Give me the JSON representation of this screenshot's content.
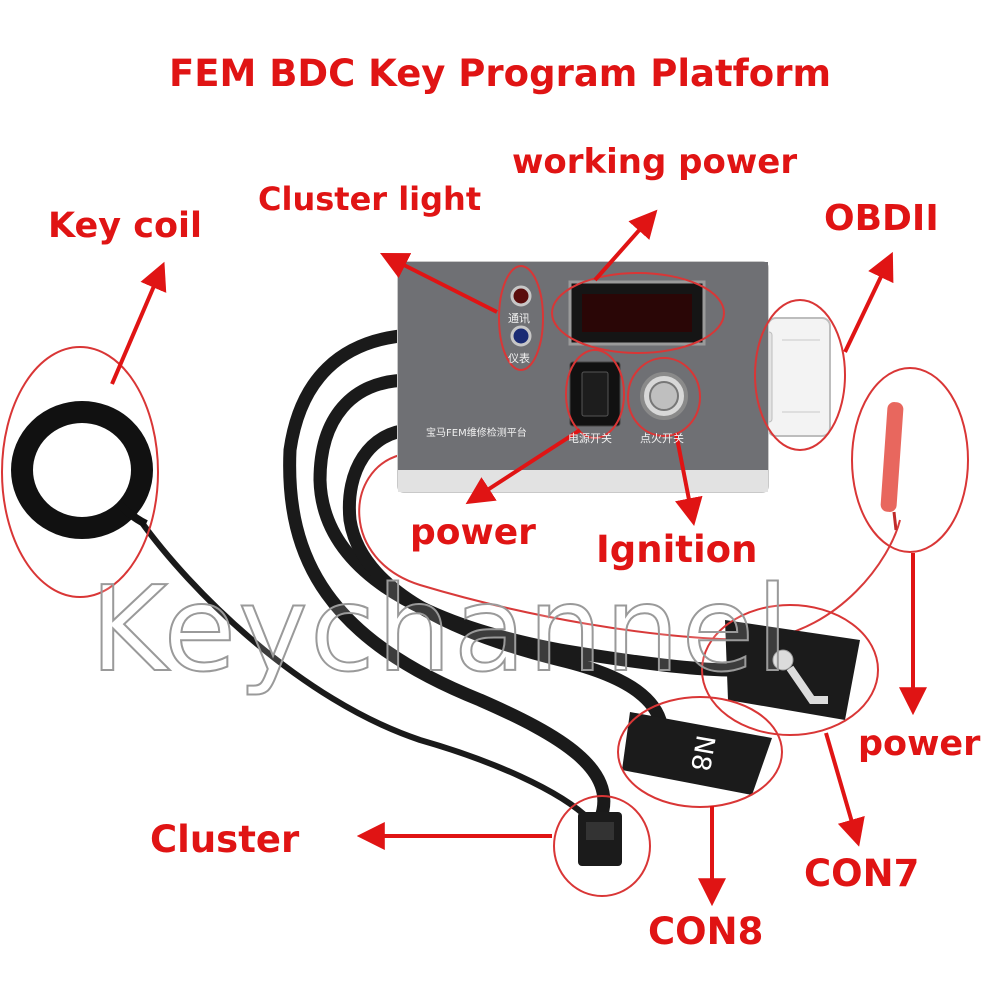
{
  "title": "FEM BDC Key Program Platform",
  "watermark": "Keychannel",
  "labels": {
    "key_coil": "Key coil",
    "cluster_light": "Cluster light",
    "working_power": "working power",
    "obdii": "OBDII",
    "power_switch": "power",
    "ignition": "Ignition",
    "power_wire": "power",
    "cluster": "Cluster",
    "con7": "CON7",
    "con8": "CON8"
  },
  "device": {
    "panel_text": "宝马FEM维修检测平台",
    "led_top": "通讯",
    "led_bottom": "仪表",
    "power_switch_text": "电源开关",
    "ignition_switch_text": "点火开关",
    "connector_mark": "N8"
  },
  "colors": {
    "label": "#e01414",
    "device_body": "#e9e9e9",
    "panel": "#6f7074",
    "cable": "#1a1a1a",
    "wire": "#d83a3a"
  }
}
